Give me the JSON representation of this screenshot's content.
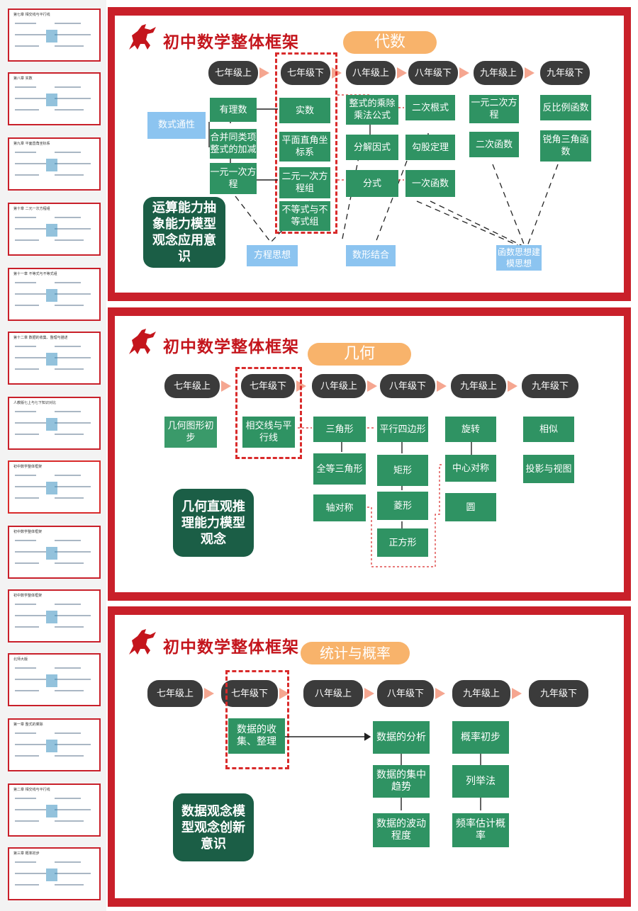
{
  "thumbnails": [
    {
      "title": "第七章 相交线与平行线"
    },
    {
      "title": "第八章 实数"
    },
    {
      "title": "第九章 平面直角坐标系"
    },
    {
      "title": "第十章 二元一次方程组"
    },
    {
      "title": "第十一章 不等式与不等式组"
    },
    {
      "title": "第十二章 数据的收集、整理与描述"
    },
    {
      "title": "人教版七上与七下知识对比"
    },
    {
      "title": "初中数学整体框架"
    },
    {
      "title": "初中数学整体框架"
    },
    {
      "title": "初中数学整体框架"
    },
    {
      "title": "北师大版"
    },
    {
      "title": "第一章 整式的乘除"
    },
    {
      "title": "第二章 相交线与平行线"
    },
    {
      "title": "第三章 概率初步"
    }
  ],
  "slides": {
    "algebra": {
      "title": "初中数学整体框架",
      "section": "代数",
      "grades": [
        "七年级上",
        "七年级下",
        "八年级上",
        "八年级下",
        "九年级上",
        "九年级下"
      ],
      "boxes": {
        "shushi": "数式通性",
        "youlishu": "有理数",
        "hebing": "合并同类项整式的加减",
        "yiyuan": "一元一次方程",
        "shishu": "实数",
        "pingmian": "平面直角坐标系",
        "eryuan": "二元一次方程组",
        "budengshi": "不等式与不等式组",
        "zhengshi": "整式的乘除乘法公式",
        "fenjie": "分解因式",
        "fenshi": "分式",
        "ercigenshi": "二次根式",
        "gougu": "勾股定理",
        "yici": "一次函数",
        "yiyuaner": "一元二次方程",
        "ercihanshu": "二次函数",
        "fanbili": "反比例函数",
        "ruijiao": "锐角三角函数",
        "fangcheng": "方程思想",
        "shuxing": "数形结合",
        "hanshu": "函数思想建模思想"
      },
      "abilities": "运算能力抽象能力模型观念应用意识"
    },
    "geometry": {
      "title": "初中数学整体框架",
      "section": "几何",
      "grades": [
        "七年级上",
        "七年级下",
        "八年级上",
        "八年级下",
        "九年级上",
        "九年级下"
      ],
      "boxes": {
        "jihe": "几何图形初步",
        "xiangjiao": "相交线与平行线",
        "sanjiao": "三角形",
        "quandeng": "全等三角形",
        "zhouduichen": "轴对称",
        "pingxing": "平行四边形",
        "juxing": "矩形",
        "lingxing": "菱形",
        "zhengfang": "正方形",
        "xuanzhuan": "旋转",
        "zhongxin": "中心对称",
        "yuan": "圆",
        "xiangsi": "相似",
        "touying": "投影与视图"
      },
      "abilities": "几何直观推理能力模型观念"
    },
    "stats": {
      "title": "初中数学整体框架",
      "section": "统计与概率",
      "grades": [
        "七年级上",
        "七年级下",
        "八年级上",
        "八年级下",
        "九年级上",
        "九年级下"
      ],
      "boxes": {
        "shoujii": "数据的收集、整理",
        "fenxi": "数据的分析",
        "jizhong": "数据的集中趋势",
        "bodong": "数据的波动程度",
        "gailv": "概率初步",
        "liejv": "列举法",
        "pinlv": "频率估计概率"
      },
      "abilities": "数据观念模型观念创新意识"
    }
  },
  "colors": {
    "red": "#c9202a",
    "green": "#2f9363",
    "dark_green": "#1b5e46",
    "orange": "#f8b36b",
    "light_blue": "#8cc4f0",
    "grade": "#3b3b3b"
  }
}
